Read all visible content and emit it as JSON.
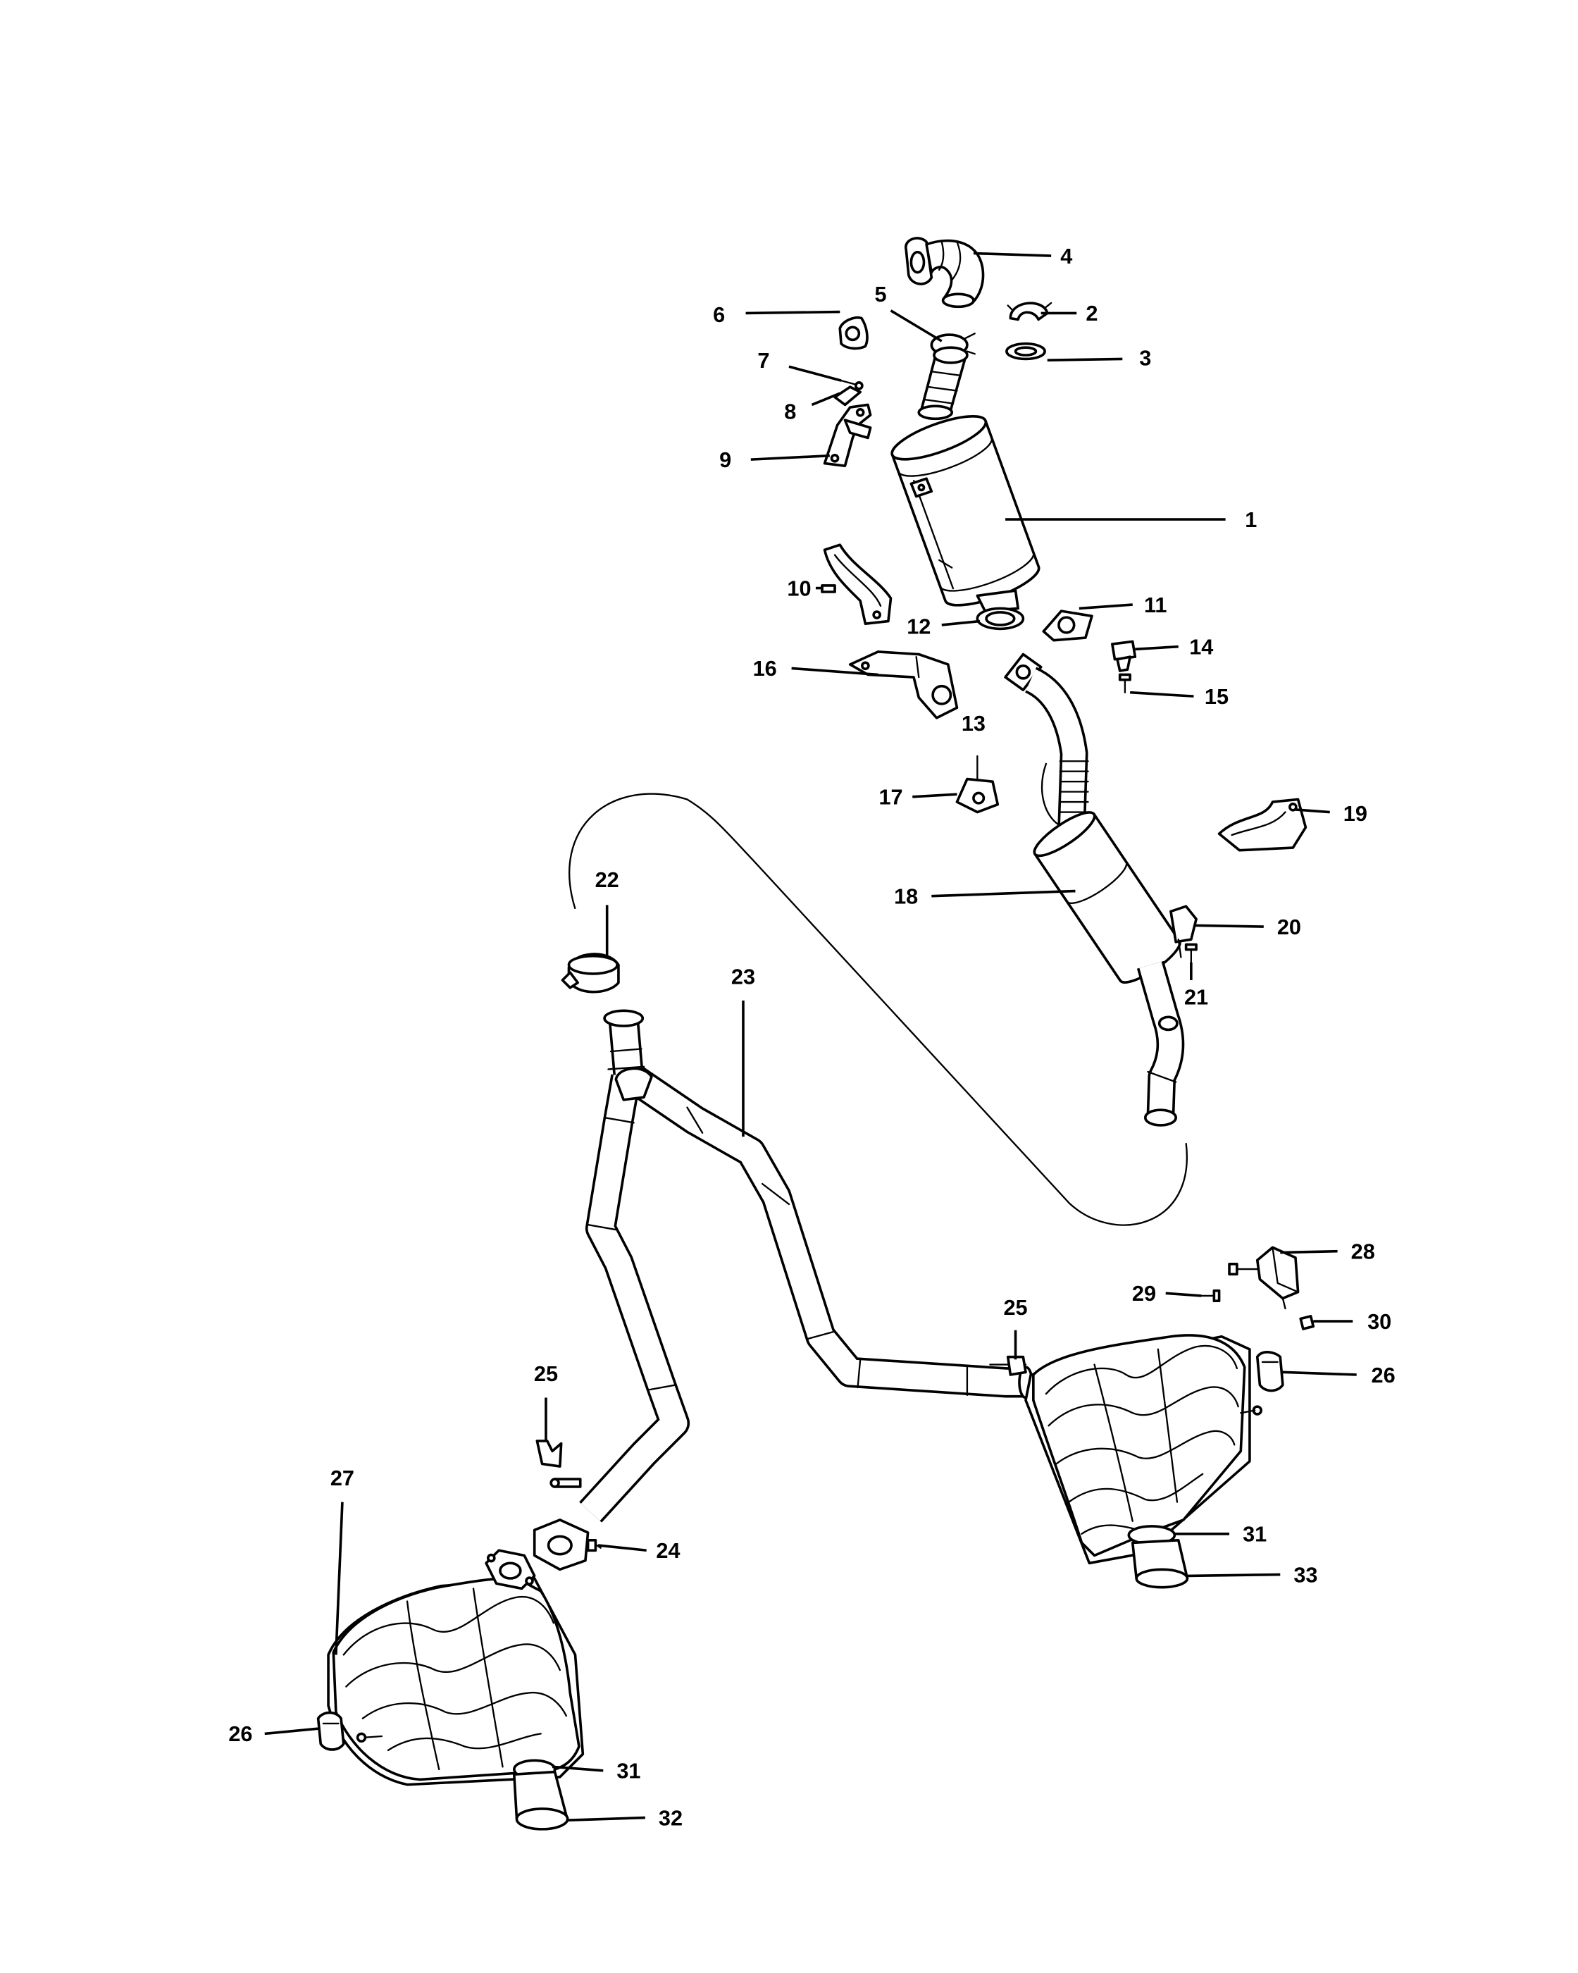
{
  "callouts": [
    "1",
    "2",
    "3",
    "4",
    "5",
    "6",
    "7",
    "8",
    "9",
    "10",
    "11",
    "12",
    "13",
    "14",
    "15",
    "16",
    "17",
    "18",
    "19",
    "20",
    "21",
    "22",
    "23",
    "24",
    "25",
    "25",
    "26",
    "26",
    "27",
    "28",
    "29",
    "30",
    "31",
    "31",
    "32",
    "33"
  ]
}
